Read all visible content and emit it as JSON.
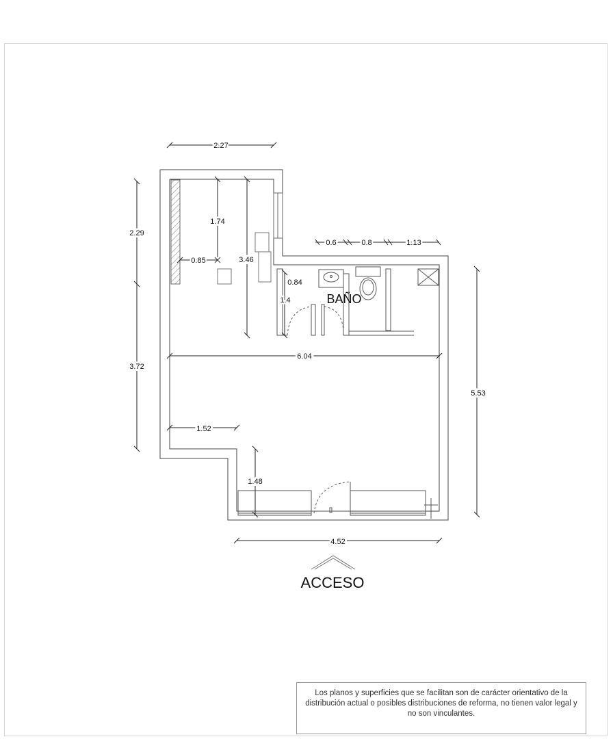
{
  "room_label": "BAÑO",
  "access_label": "ACCESO",
  "disclaimer": "Los planos y superficies que se facilitan son de carácter orientativo de la distribución actual o posibles distribuciones de reforma, no tienen valor legal y no son vinculantes.",
  "dimensions": {
    "top_width": "2.27",
    "left_upper": "2.29",
    "left_lower": "3.72",
    "inner_174": "1.74",
    "inner_085": "0.85",
    "inner_346": "3.46",
    "bath_06": "0.6",
    "bath_08": "0.8",
    "bath_113": "1.13",
    "bath_084": "0.84",
    "bath_14": "1.4",
    "mid_width": "6.04",
    "right_height": "5.53",
    "offset_152": "1.52",
    "door_148": "1.48",
    "bottom_width": "4.52"
  }
}
